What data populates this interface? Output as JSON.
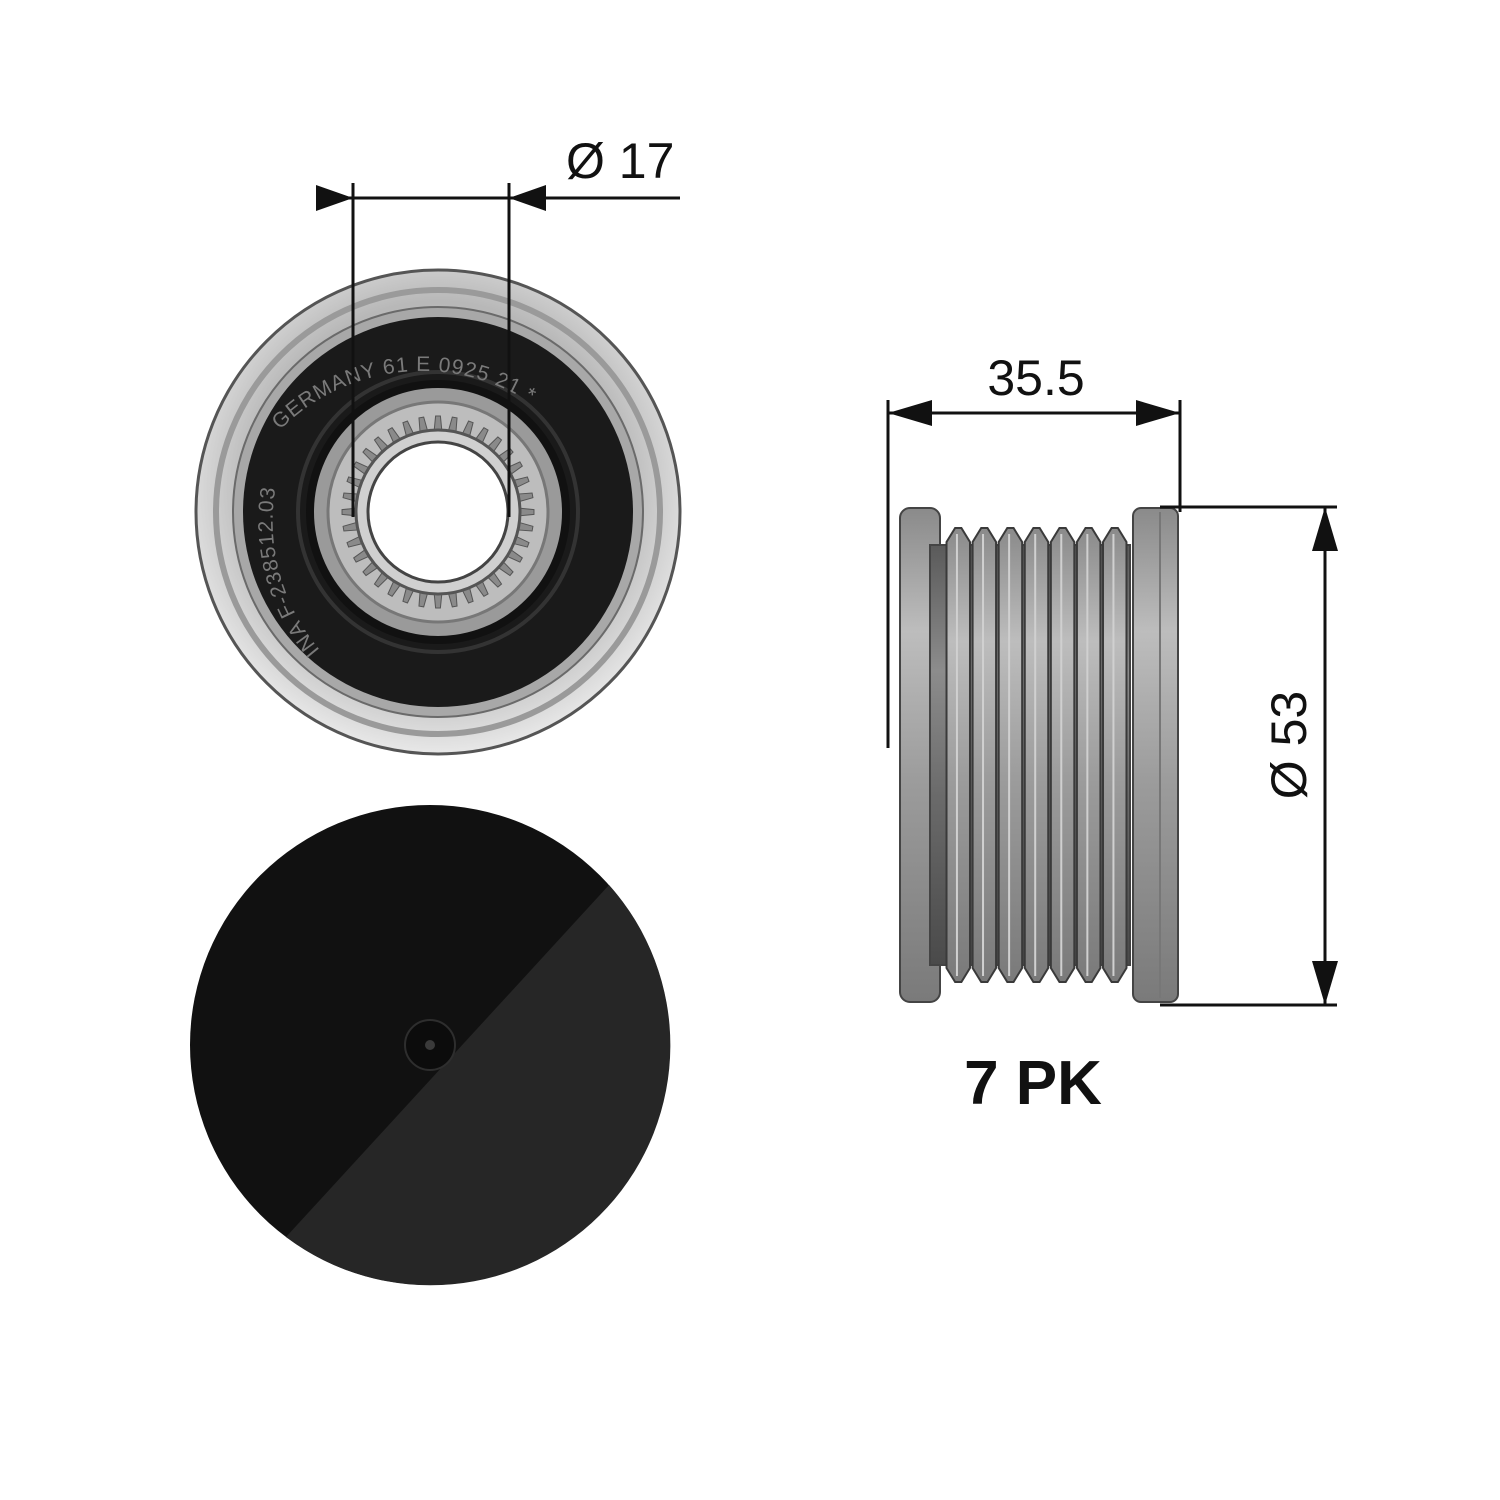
{
  "dimensions": {
    "bore_diameter": "Ø 17",
    "width": "35.5",
    "outer_diameter": "Ø 53"
  },
  "belt_profile": "7 PK",
  "bearing_marking": {
    "left_arc": "INA F-238512.03",
    "top_arc": "GERMANY  61  E  0925 21 *"
  },
  "colors": {
    "line": "#111111",
    "cap": "#111111",
    "cap_shade": "#252525",
    "pulley_outer": "#c8c8c8",
    "pulley_mid": "#9a9a9a",
    "pulley_groove": "#4a4a4a",
    "seal": "#1a1a1a",
    "hub": "#b0b0b0"
  },
  "groove_count": 7
}
